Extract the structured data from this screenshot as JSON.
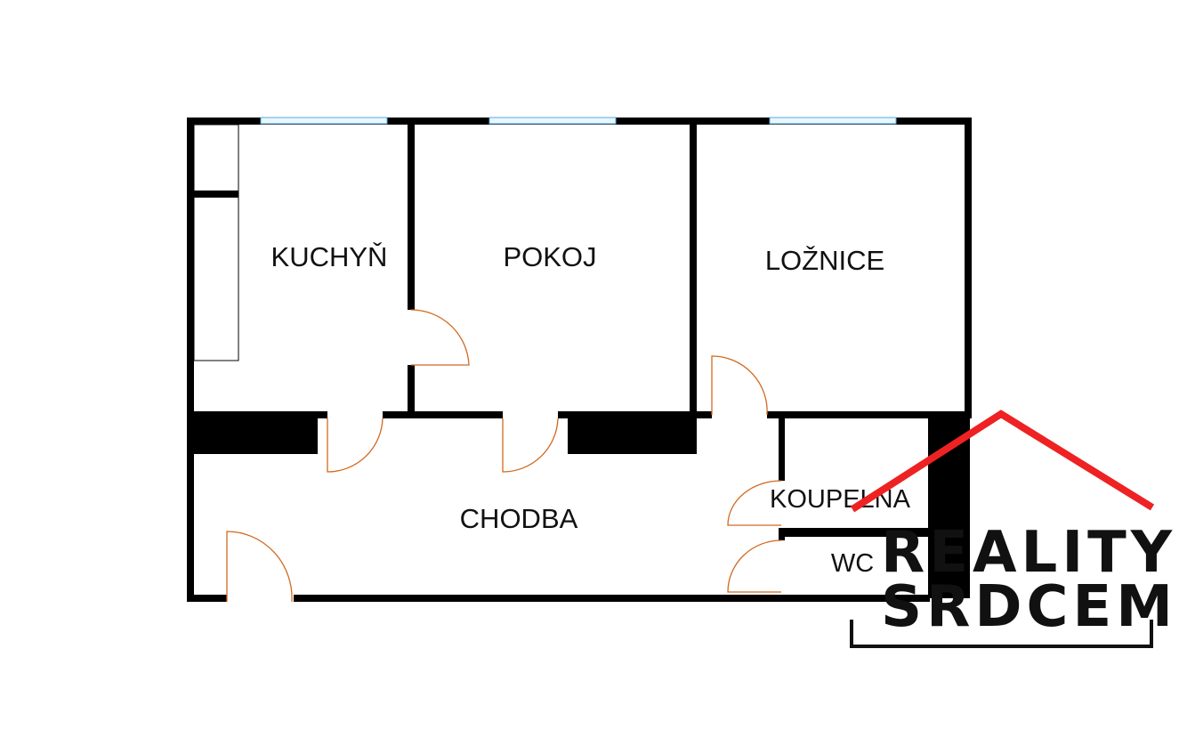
{
  "rooms": {
    "kitchen": "KUCHYŇ",
    "living_room": "POKOJ",
    "bedroom": "LOŽNICE",
    "hallway": "CHODBA",
    "bathroom": "KOUPELNA",
    "wc": "WC"
  },
  "logo": {
    "line1": "REALITY",
    "line2": "SRDCEM",
    "roof_color": "#ee2222"
  },
  "colors": {
    "wall": "#000000",
    "window": "#9fd0ee",
    "door": "#d2691e"
  }
}
